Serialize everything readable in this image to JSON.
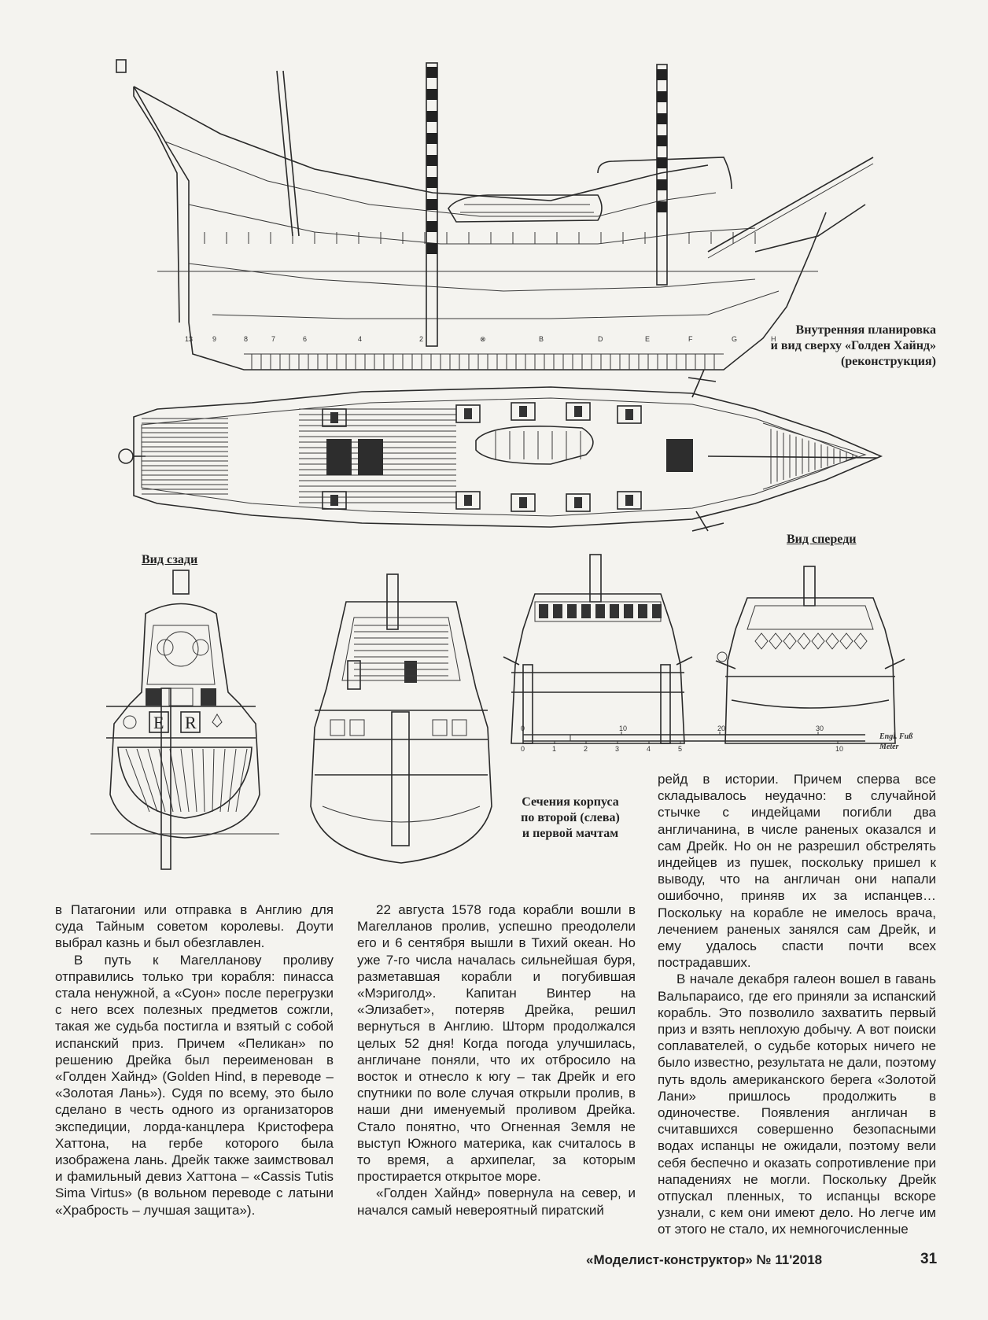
{
  "captions": {
    "layout_title": "Внутренняя планировка\nи вид сверху «Голден Хайнд»\n(реконструкция)",
    "rear_view": "Вид сзади",
    "front_view": "Вид спереди",
    "sections": "Сечения корпуса\nпо второй (слева)\nи первой мачтам"
  },
  "ship_drawing": {
    "frame_marks": [
      "13",
      "9",
      "8",
      "7",
      "6",
      "4",
      "2",
      "⊗",
      "B",
      "D",
      "E",
      "F",
      "G",
      "H"
    ],
    "stern_letters": [
      "E",
      "R"
    ]
  },
  "scale_bar": {
    "feet_ticks": [
      "0",
      "10",
      "20",
      "30"
    ],
    "meter_ticks": [
      "0",
      "1",
      "2",
      "3",
      "4",
      "5",
      "10"
    ],
    "unit_feet": "Engl. Fuß",
    "unit_meter": "Meter"
  },
  "columns": {
    "left": [
      "в Патагонии или отправка в Англию для суда Тайным советом королевы. Доути выбрал казнь и был обезглавлен.",
      "В путь к Магелланову проливу отправились только три корабля: пинасса стала ненужной, а «Суон» после перегрузки с него всех полезных предметов сожгли, такая же судьба постигла и взятый с собой испанский приз. Причем «Пеликан» по решению Дрейка был переименован в «Голден Хайнд» (Golden Hind, в переводе – «Золотая Лань»). Судя по всему, это было сделано в честь одного из организаторов экспедиции, лорда-канцлера Кристофера Хаттона, на гербе которого была изображена лань. Дрейк также заимствовал и фамильный девиз Хаттона – «Cassis Tutis Sima Virtus» (в вольном переводе с латыни «Храбрость – лучшая защита»)."
    ],
    "middle": [
      "22 августа 1578 года корабли вошли в Магелланов пролив, успешно преодолели его и 6 сентября вышли в Тихий океан. Но уже 7-го числа началась сильнейшая буря, разметавшая корабли и погубившая «Мэриголд». Капитан Винтер на «Элизабет», потеряв Дрейка, решил вернуться в Англию. Шторм продолжался целых 52 дня! Когда погода улучшилась, англичане поняли, что их отбросило на восток и отнесло к югу – так Дрейк и его спутники по воле случая открыли пролив, в наши дни именуемый проливом Дрейка. Стало понятно, что Огненная Земля не выступ Южного материка, как считалось в то время, а архипелаг, за которым простирается открытое море.",
      "«Голден Хайнд» повернула на север, и начался самый невероятный пиратский"
    ],
    "right": [
      "рейд в истории. Причем сперва все складывалось неудачно: в случайной стычке с индейцами погибли два англичанина, в числе раненых оказался и сам Дрейк. Но он не разрешил обстрелять индейцев из пушек, поскольку пришел к выводу, что на англичан они напали ошибочно, приняв их за испанцев… Поскольку на корабле не имелось врача, лечением раненых занялся сам Дрейк, и ему удалось спасти почти всех пострадавших.",
      "В начале декабря галеон вошел в гавань Вальпараисо, где его приняли за испанский корабль. Это позволило захватить первый приз и взять неплохую добычу. А вот поиски соплавателей, о судьбе которых ничего не было известно, результата не дали, поэтому путь вдоль американского берега «Золотой Лани» пришлось продолжить в одиночестве. Появления англичан в считавшихся совершенно безопасными водах испанцы не ожидали, поэтому вели себя беспечно и оказать сопротивление при нападениях не могли. Поскольку Дрейк отпускал пленных, то испанцы вскоре узнали, с кем они имеют дело. Но легче им от этого не стало, их немногочисленные"
    ]
  },
  "footer": {
    "magazine": "«Моделист-конструктор» № 11'2018",
    "page_number": "31"
  }
}
